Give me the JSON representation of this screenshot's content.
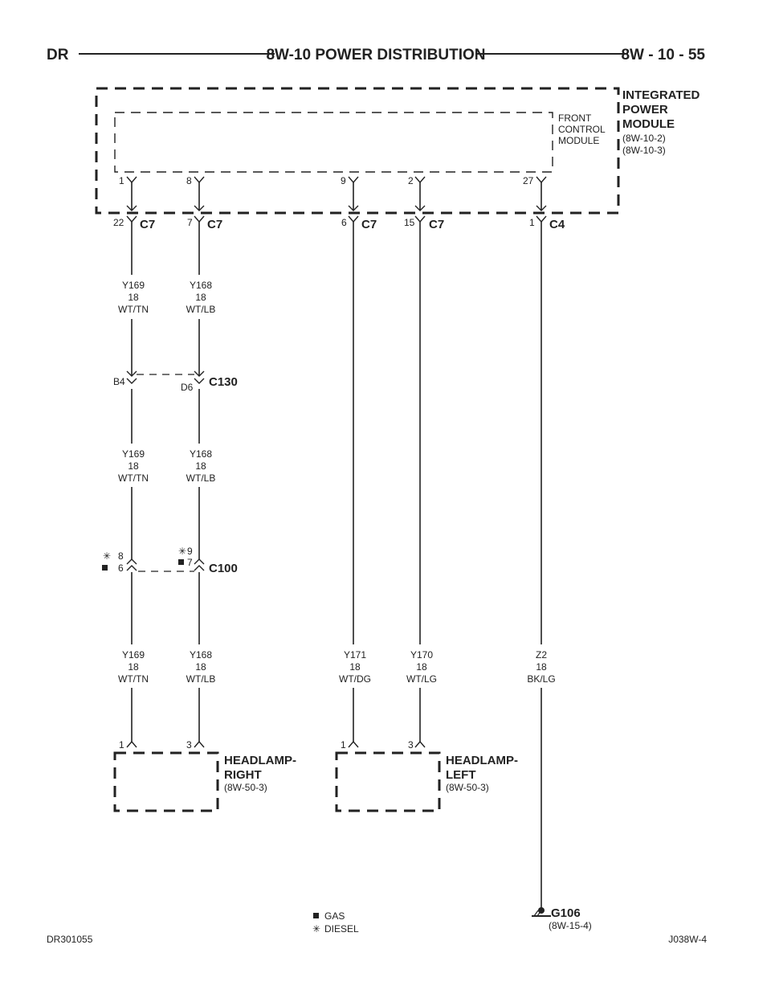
{
  "header": {
    "left": "DR",
    "title": "8W-10 POWER DISTRIBUTION",
    "right": "8W - 10 - 55"
  },
  "ipm": {
    "name_lines": [
      "INTEGRATED",
      "POWER",
      "MODULE"
    ],
    "refs": [
      "(8W-10-2)",
      "(8W-10-3)"
    ],
    "fcm_lines": [
      "FRONT",
      "CONTROL",
      "MODULE"
    ],
    "fcm_pins": [
      "1",
      "8",
      "9",
      "2",
      "27"
    ]
  },
  "connectors": [
    {
      "pin": "22",
      "name": "C7"
    },
    {
      "pin": "7",
      "name": "C7"
    },
    {
      "pin": "6",
      "name": "C7"
    },
    {
      "pin": "15",
      "name": "C7"
    },
    {
      "pin": "1",
      "name": "C4"
    }
  ],
  "wires_upper": [
    {
      "circuit": "Y169",
      "gauge": "18",
      "color": "WT/TN"
    },
    {
      "circuit": "Y168",
      "gauge": "18",
      "color": "WT/LB"
    }
  ],
  "c130": {
    "name": "C130",
    "pin_left": "B4",
    "pin_right": "D6"
  },
  "wires_mid": [
    {
      "circuit": "Y169",
      "gauge": "18",
      "color": "WT/TN"
    },
    {
      "circuit": "Y168",
      "gauge": "18",
      "color": "WT/LB"
    }
  ],
  "c100": {
    "name": "C100",
    "left_diesel": "8",
    "left_gas": "6",
    "right_diesel": "9",
    "right_gas": "7"
  },
  "wires_lower": [
    {
      "circuit": "Y169",
      "gauge": "18",
      "color": "WT/TN"
    },
    {
      "circuit": "Y168",
      "gauge": "18",
      "color": "WT/LB"
    },
    {
      "circuit": "Y171",
      "gauge": "18",
      "color": "WT/DG"
    },
    {
      "circuit": "Y170",
      "gauge": "18",
      "color": "WT/LG"
    },
    {
      "circuit": "Z2",
      "gauge": "18",
      "color": "BK/LG"
    }
  ],
  "headlamp_right": {
    "lines": [
      "HEADLAMP-",
      "RIGHT"
    ],
    "ref": "(8W-50-3)",
    "pins": [
      "1",
      "3"
    ]
  },
  "headlamp_left": {
    "lines": [
      "HEADLAMP-",
      "LEFT"
    ],
    "ref": "(8W-50-3)",
    "pins": [
      "1",
      "3"
    ]
  },
  "ground": {
    "name": "G106",
    "ref": "(8W-15-4)"
  },
  "legend": {
    "gas": "GAS",
    "diesel": "DIESEL"
  },
  "footer": {
    "left": "DR301055",
    "right": "J038W-4"
  }
}
